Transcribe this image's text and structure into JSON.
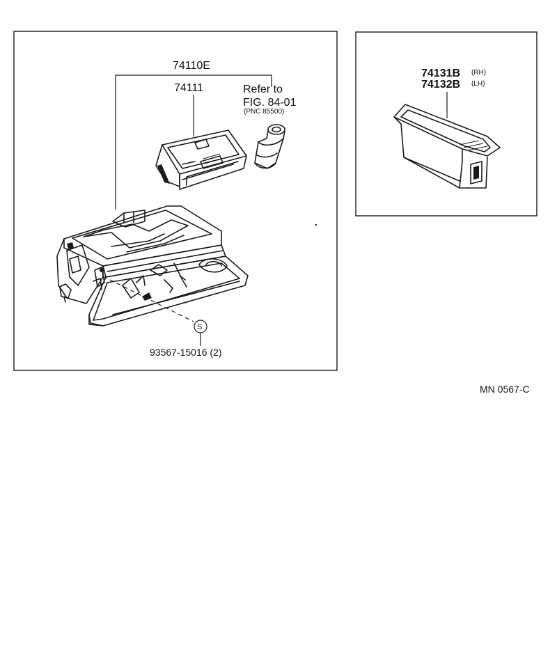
{
  "main_panel": {
    "assembly_part": "74110E",
    "ashtray_part": "74111",
    "refer_line1": "Refer to",
    "refer_line2": "FIG. 84-01",
    "refer_pnc": "(PNC 85500)",
    "screw_symbol": "S",
    "screw_part": "93567-15016 (2)"
  },
  "side_panel": {
    "rh_part": "74131B",
    "rh_side": "(RH)",
    "lh_part": "74132B",
    "lh_side": "(LH)"
  },
  "figure_code": "MN 0567-C"
}
